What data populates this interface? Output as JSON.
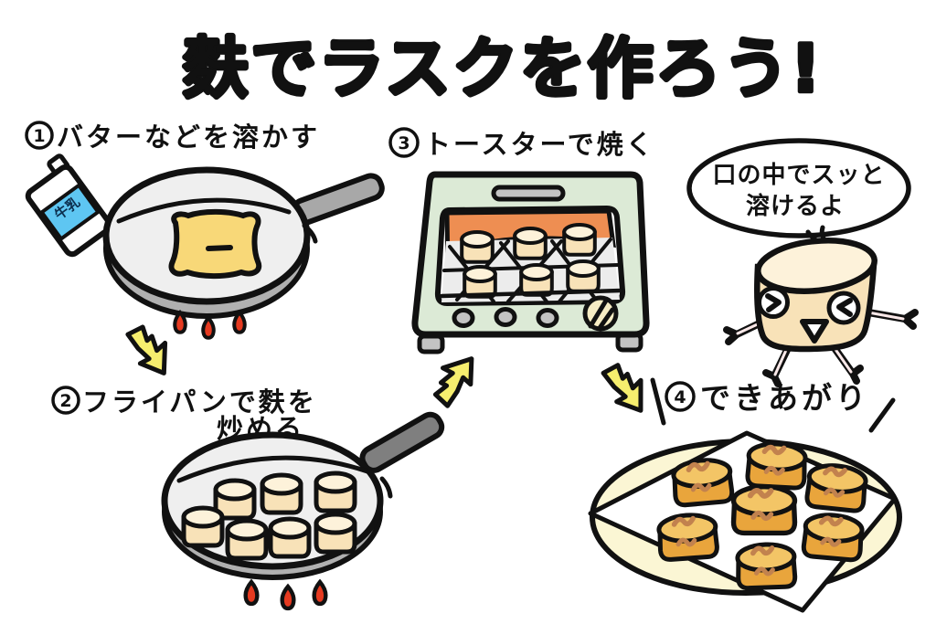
{
  "title": "麩でラスクを作ろう!",
  "steps": [
    {
      "number": "1",
      "label": "バターなどを溶かす"
    },
    {
      "number": "2",
      "label_line1": "フライパンで麩を",
      "label_line2": "炒める",
      "fu_piece_count": 7
    },
    {
      "number": "3",
      "label": "トースターで焼く",
      "fu_piece_count": 6
    },
    {
      "number": "4",
      "label": "できあがり",
      "rusk_count": 7
    }
  ],
  "speech_bubble": {
    "line1": "口の中でスッと",
    "line2": "溶けるよ"
  },
  "milk_carton": {
    "label": "牛乳"
  },
  "colors": {
    "title_pink": "#ec9cb8",
    "arrow_yellow": "#f6ee6e",
    "butter_yellow": "#f8d878",
    "toaster_green": "#dcead6",
    "heater_orange": "#ee8e52",
    "flame_red": "#e63a20",
    "milk_blue": "#5ec6f2",
    "fu_cream": "#fdf2da",
    "fu_tan": "#f8e2b8",
    "rusk_gold": "#e9a53c",
    "rusk_top": "#f3c566",
    "rusk_mark": "#c2824e",
    "plate_cream": "#fbf6d4",
    "outline_black": "#111111"
  }
}
